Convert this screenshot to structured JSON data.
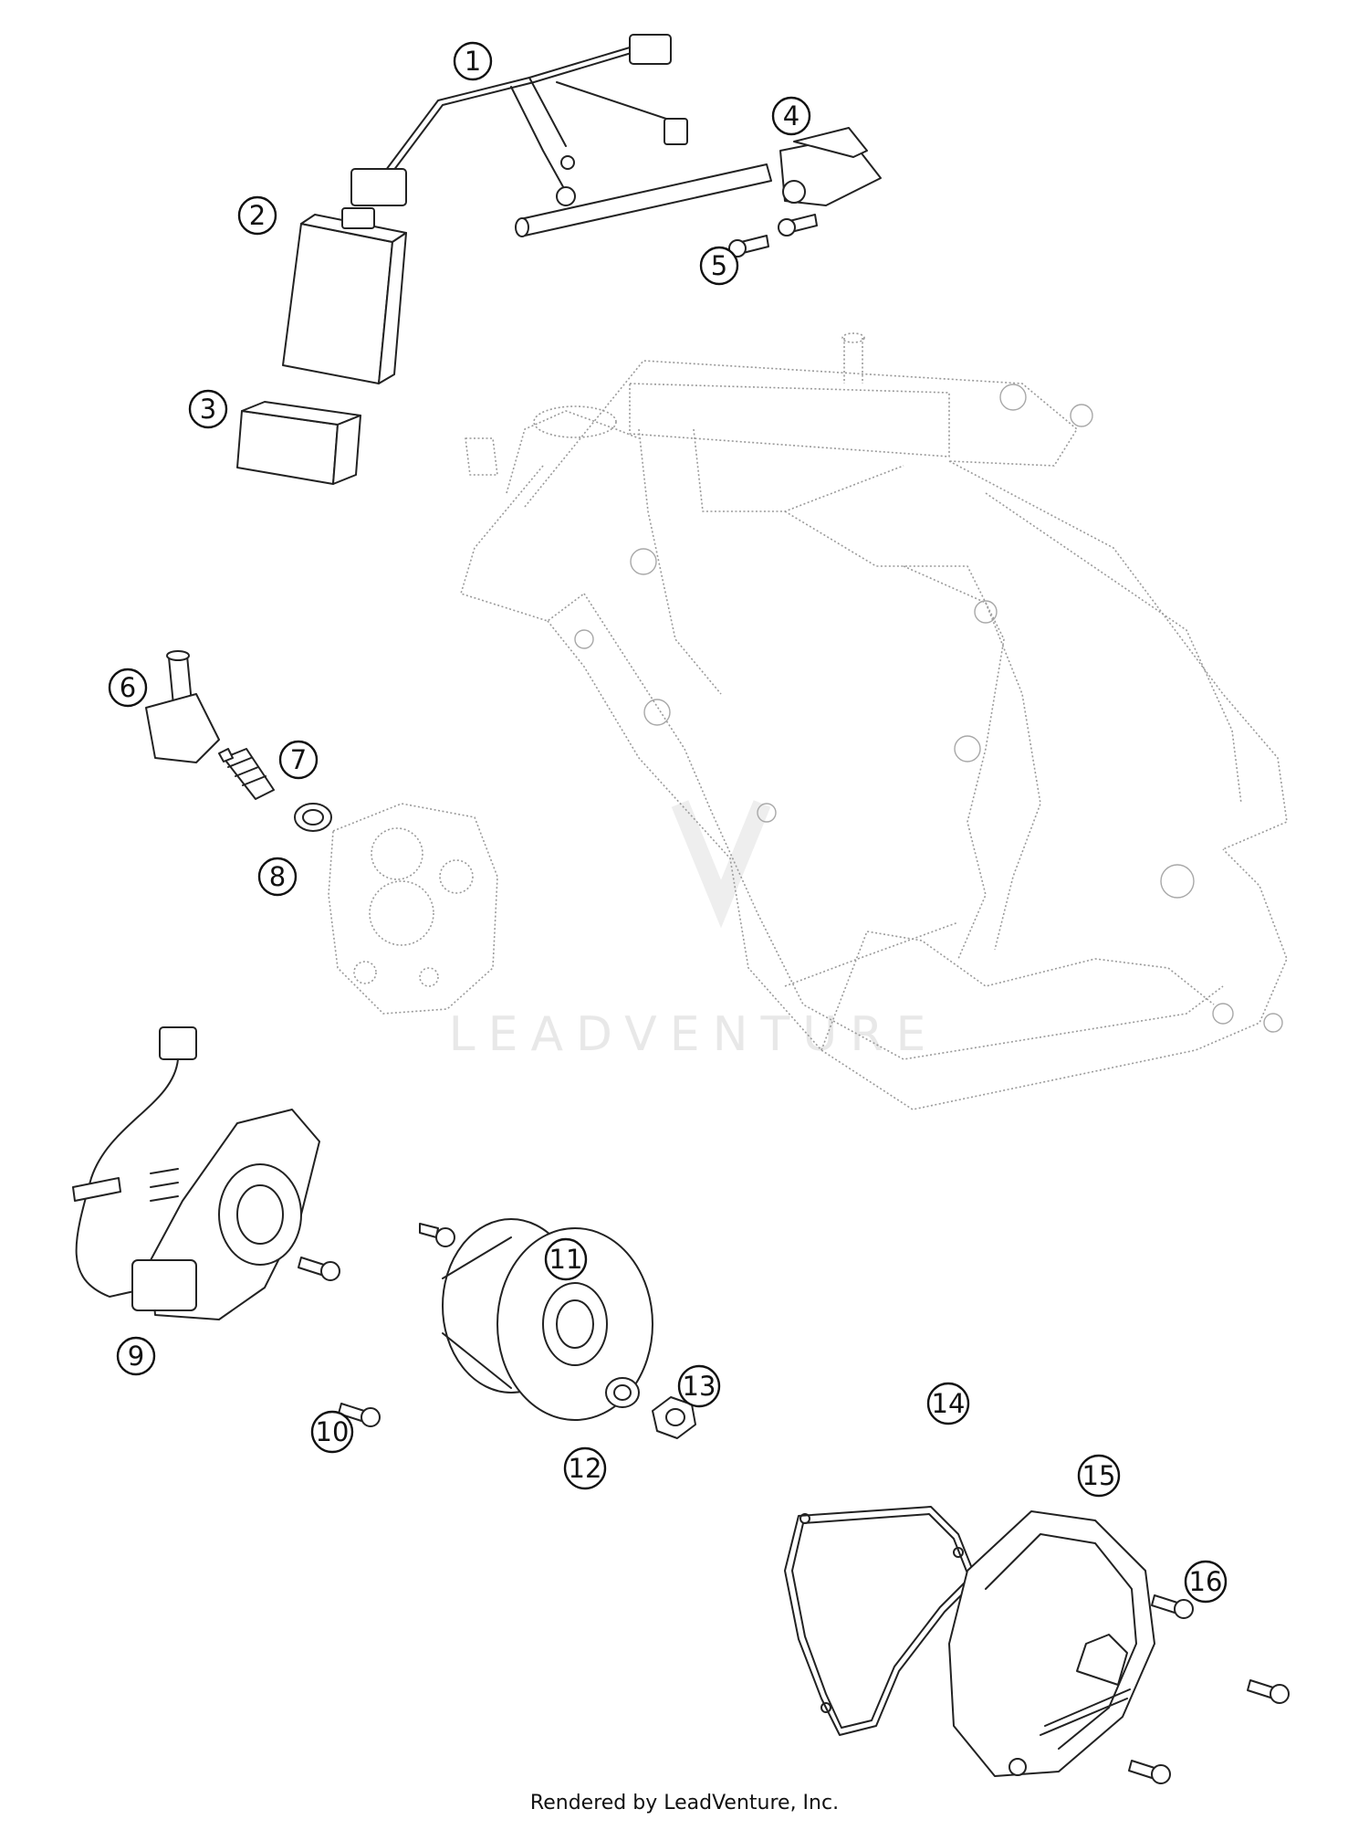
{
  "diagram": {
    "callouts": [
      {
        "id": "1",
        "label": "1"
      },
      {
        "id": "2",
        "label": "2"
      },
      {
        "id": "3",
        "label": "3"
      },
      {
        "id": "4",
        "label": "4"
      },
      {
        "id": "5",
        "label": "5"
      },
      {
        "id": "6",
        "label": "6"
      },
      {
        "id": "7",
        "label": "7"
      },
      {
        "id": "8",
        "label": "8"
      },
      {
        "id": "9",
        "label": "9"
      },
      {
        "id": "10",
        "label": "10"
      },
      {
        "id": "11",
        "label": "11"
      },
      {
        "id": "12",
        "label": "12"
      },
      {
        "id": "13",
        "label": "13"
      },
      {
        "id": "14",
        "label": "14"
      },
      {
        "id": "15",
        "label": "15"
      },
      {
        "id": "16",
        "label": "16"
      }
    ],
    "watermark": "LEADVENTURE",
    "footer": "Rendered by LeadVenture, Inc."
  }
}
